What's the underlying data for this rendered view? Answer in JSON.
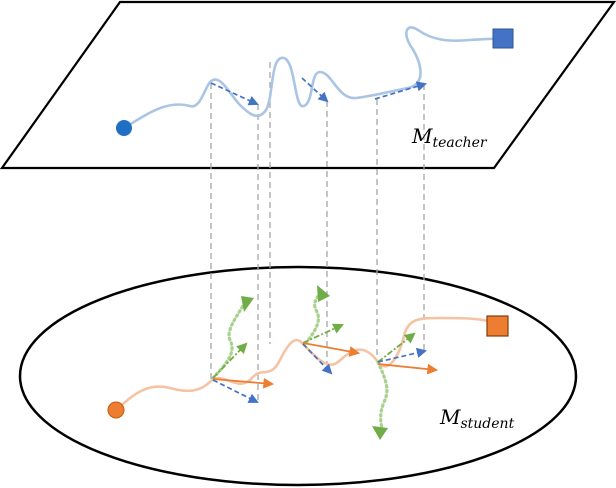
{
  "teacher_plane": {
    "label_main": "M",
    "label_sub": "teacher",
    "path_color": "#aac4e4",
    "start_marker_color": "#1f6fc4",
    "end_marker_color": "#4472c4",
    "arrow_color": "#4472c4"
  },
  "student_plane": {
    "label_main": "M",
    "label_sub": "student",
    "path_color": "#f5c3a4",
    "start_marker_color": "#ed7d31",
    "end_marker_color": "#ed7d31",
    "orange_arrow_color": "#ed7d31",
    "blue_arrow_color": "#4472c4",
    "green_color": "#70ad47",
    "green_dotted_color": "#a9d18e"
  },
  "projection_line_color": "#a6a6a6"
}
